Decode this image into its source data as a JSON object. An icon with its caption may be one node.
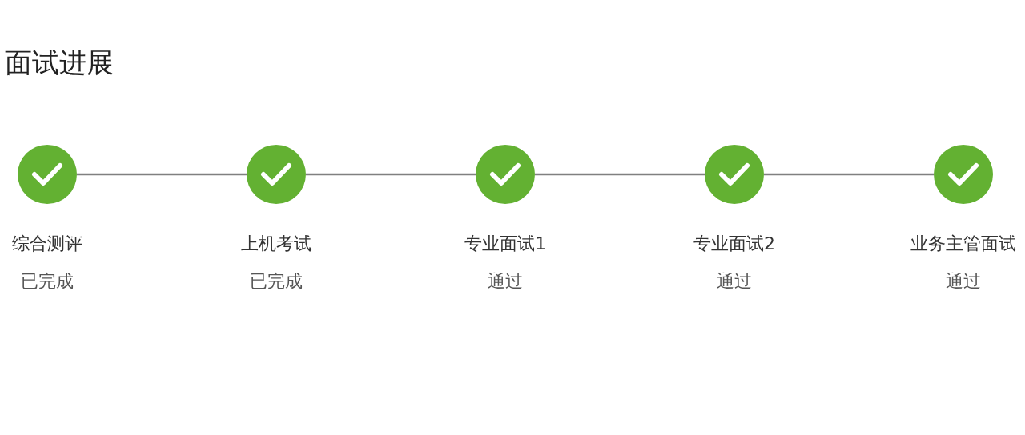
{
  "diagram": {
    "title": "面试进展",
    "nodes": [
      {
        "text": [],
        "shape": "circle",
        "beside": [
          "综合测评",
          "已完成"
        ]
      },
      {
        "text": [],
        "shape": "circle",
        "beside": [
          "上机考试",
          "已完成"
        ]
      },
      {
        "text": [],
        "shape": "circle",
        "beside": [
          "专业面试1",
          "通过"
        ]
      },
      {
        "text": [],
        "shape": "circle",
        "beside": [
          "专业面试2",
          "通过"
        ]
      },
      {
        "text": [],
        "shape": "circle",
        "beside": [
          "业务主管面试",
          "通过"
        ]
      }
    ],
    "edges": [
      {
        "from": 0,
        "to": 1,
        "arrow": "none"
      },
      {
        "from": 1,
        "to": 2,
        "arrow": "none"
      },
      {
        "from": 2,
        "to": 3,
        "arrow": "none"
      },
      {
        "from": 3,
        "to": 4,
        "arrow": "none"
      }
    ]
  }
}
